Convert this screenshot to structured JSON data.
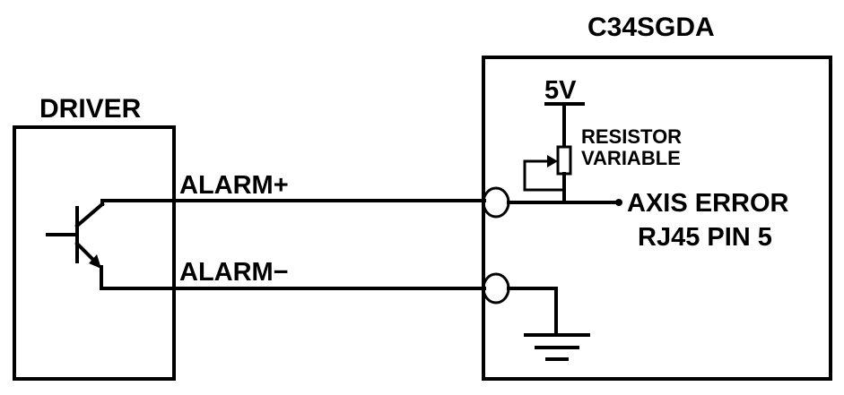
{
  "driver": {
    "title": "DRIVER",
    "signal_positive": "ALARM+",
    "signal_negative": "ALARM−"
  },
  "controller": {
    "title": "C34SGDA",
    "supply": "5V",
    "resistor_line1": "RESISTOR",
    "resistor_line2": "VARIABLE",
    "output_line1": "AXIS ERROR",
    "output_line2": "RJ45 PIN 5"
  },
  "colors": {
    "ink": "#000000",
    "background": "#ffffff"
  }
}
